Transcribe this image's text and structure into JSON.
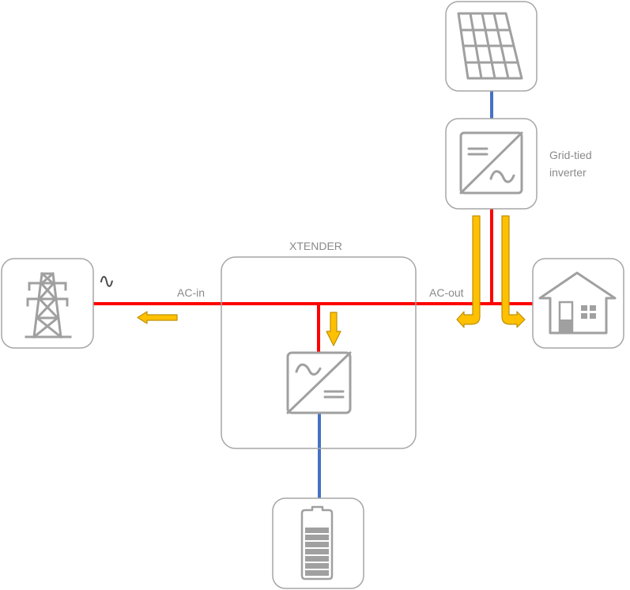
{
  "title": "Xtender AC-coupling diagram",
  "labels": {
    "xtender": "XTENDER",
    "ac_in": "AC-in",
    "ac_out": "AC-out",
    "grid_tied_line1": "Grid-tied",
    "grid_tied_line2": "inverter",
    "ac_symbol": "∿"
  },
  "components": [
    {
      "id": "grid",
      "name": "Grid (power pylon)",
      "icon": "power-pylon-icon"
    },
    {
      "id": "solar",
      "name": "Solar panel",
      "icon": "solar-panel-icon"
    },
    {
      "id": "grid-tied-inverter",
      "name": "Grid-tied inverter",
      "icon": "dc-ac-inverter-icon"
    },
    {
      "id": "house",
      "name": "Loads (house)",
      "icon": "house-icon"
    },
    {
      "id": "xtender",
      "name": "XTENDER",
      "icon": "ac-dc-converter-icon"
    },
    {
      "id": "battery",
      "name": "Battery",
      "icon": "battery-icon"
    }
  ],
  "connections": [
    {
      "from": "solar",
      "to": "grid-tied-inverter",
      "type": "DC"
    },
    {
      "from": "grid-tied-inverter",
      "to": "ac-bus",
      "type": "AC"
    },
    {
      "from": "grid",
      "to": "xtender",
      "type": "AC",
      "port": "AC-in"
    },
    {
      "from": "xtender",
      "to": "house",
      "type": "AC",
      "port": "AC-out"
    },
    {
      "from": "xtender",
      "to": "battery",
      "type": "DC"
    }
  ],
  "flows": [
    {
      "direction": "to grid"
    },
    {
      "direction": "to xtender converter"
    },
    {
      "direction": "from grid-tied inverter to AC-in side"
    },
    {
      "direction": "from grid-tied inverter to house"
    }
  ],
  "colors": {
    "ac_line": "#ff0000",
    "dc_line": "#4472c4",
    "flow_arrow": "#ffc000",
    "flow_arrow_border": "#bf9000",
    "icon_gray": "#a0a0a0",
    "box_border": "#a6a6a6",
    "label": "#8a8a8a"
  }
}
